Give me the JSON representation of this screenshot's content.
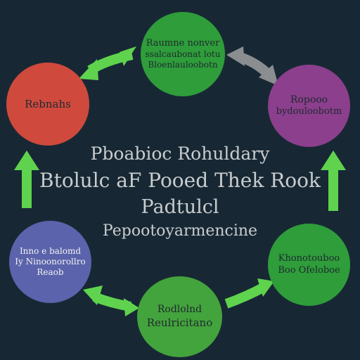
{
  "center_text": {
    "line1": "Pboabioc Rohuldary",
    "line2": "Btolulc aF Pooed Thek Rook",
    "line3": "Padtulcl",
    "line4": "Pepootoyarmencine"
  },
  "nodes": {
    "top": {
      "lines": [
        "Raumne nonver",
        "ssalcaubonat lotu",
        "Bloenlauloobotn"
      ]
    },
    "left": {
      "lines": [
        "Rebnahs"
      ]
    },
    "right": {
      "lines": [
        "Ropooo",
        "bydouloobotm"
      ]
    },
    "bottom_left": {
      "lines": [
        "Inno e balomd",
        "Iy Ninoonorollro",
        "Reaob"
      ]
    },
    "bottom_right": {
      "lines": [
        "Khonotouboo",
        "Boo Ofeloboe"
      ]
    },
    "bottom": {
      "lines": [
        "Rodlolnd",
        "Reulricitano"
      ]
    }
  },
  "colors": {
    "background": "#172834",
    "green": "#2e9d3a",
    "red": "#cf4a3d",
    "purple": "#8b3f8c",
    "blue": "#5a63ab",
    "arrow_green": "#5fd34e",
    "arrow_gray": "#8a8e90"
  }
}
